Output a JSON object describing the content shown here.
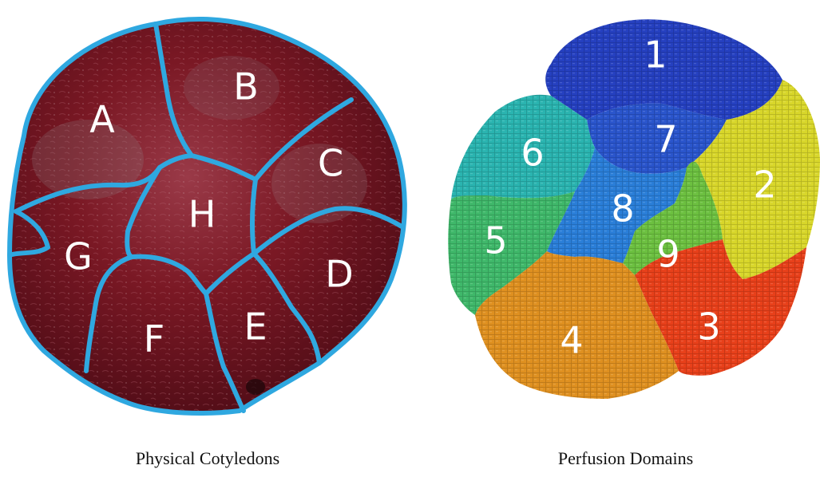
{
  "left_panel": {
    "caption": "Physical Cotyledons",
    "outline_color": "#2fa8e0",
    "tissue_color": "#7a1422",
    "regions": [
      {
        "id": "A",
        "label": "A"
      },
      {
        "id": "B",
        "label": "B"
      },
      {
        "id": "C",
        "label": "C"
      },
      {
        "id": "D",
        "label": "D"
      },
      {
        "id": "E",
        "label": "E"
      },
      {
        "id": "F",
        "label": "F"
      },
      {
        "id": "G",
        "label": "G"
      },
      {
        "id": "H",
        "label": "H"
      }
    ]
  },
  "right_panel": {
    "caption": "Perfusion Domains",
    "domains": [
      {
        "id": "1",
        "label": "1",
        "color": "#2540c0"
      },
      {
        "id": "2",
        "label": "2",
        "color": "#d8d62a"
      },
      {
        "id": "3",
        "label": "3",
        "color": "#e8401a"
      },
      {
        "id": "4",
        "label": "4",
        "color": "#df9020"
      },
      {
        "id": "5",
        "label": "5",
        "color": "#3fb86a"
      },
      {
        "id": "6",
        "label": "6",
        "color": "#2ab4b0"
      },
      {
        "id": "7",
        "label": "7",
        "color": "#2a55cc"
      },
      {
        "id": "8",
        "label": "8",
        "color": "#2a7ed8"
      },
      {
        "id": "9",
        "label": "9",
        "color": "#6cc040"
      }
    ]
  }
}
